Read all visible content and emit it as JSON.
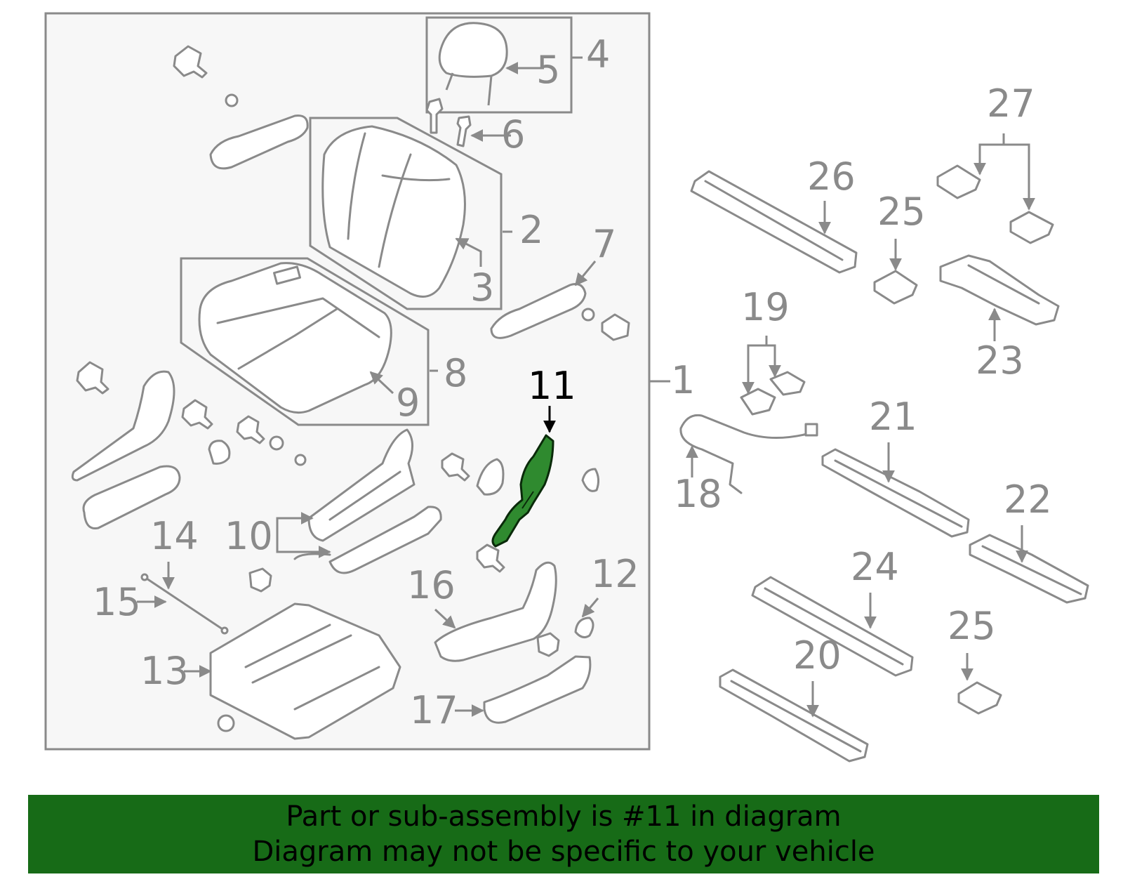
{
  "diagram": {
    "highlighted_part": "11",
    "colors": {
      "highlight": "#2f8a2f",
      "banner": "#176b17",
      "line": "#8a8a8a",
      "panel": "#f7f7f7"
    },
    "labels": {
      "l1": "1",
      "l2": "2",
      "l3": "3",
      "l4": "4",
      "l5": "5",
      "l6": "6",
      "l7": "7",
      "l8": "8",
      "l9": "9",
      "l10": "10",
      "l11": "11",
      "l12": "12",
      "l13": "13",
      "l14": "14",
      "l15": "15",
      "l16": "16",
      "l17": "17",
      "l18": "18",
      "l19": "19",
      "l20": "20",
      "l21": "21",
      "l22": "22",
      "l23": "23",
      "l24": "24",
      "l25a": "25",
      "l25b": "25",
      "l26": "26",
      "l27": "27"
    }
  },
  "banner": {
    "line1": "Part or sub-assembly is #11 in diagram",
    "line2": "Diagram may not be specific to your vehicle"
  }
}
